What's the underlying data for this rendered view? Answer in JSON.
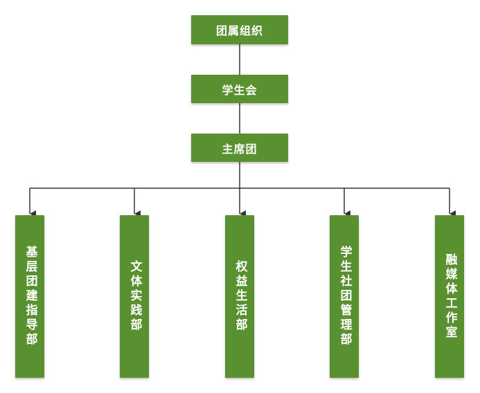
{
  "org_chart": {
    "top": "团属组织",
    "level2": "学生会",
    "level3": "主席团",
    "departments": [
      "基层团建指导部",
      "文体实践部",
      "权益生活部",
      "学生社团管理部",
      "融媒体工作室"
    ]
  },
  "colors": {
    "node_fill": "#5a9130",
    "node_text": "#ffffff",
    "connector": "#333333"
  }
}
